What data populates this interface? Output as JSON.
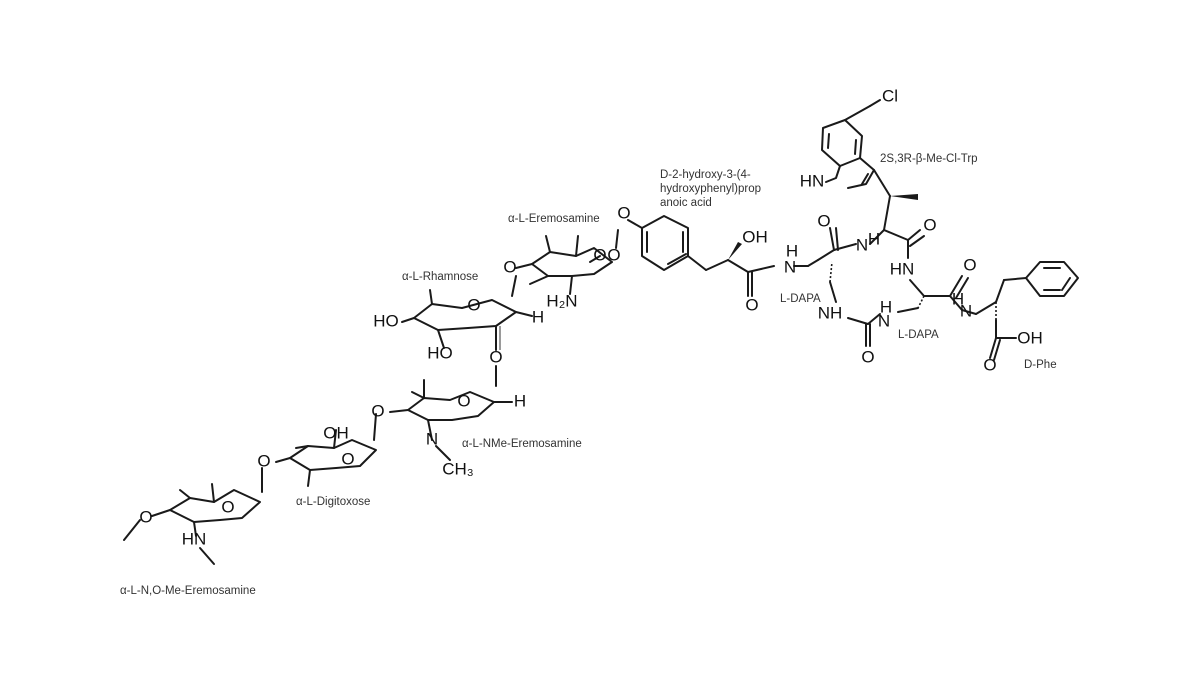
{
  "labels": {
    "n_o_me_eremosamine": "α-L-N,O-Me-Eremosamine",
    "digitoxose": "α-L-Digitoxose",
    "nme_eremosamine": "α-L-NMe-Eremosamine",
    "rhamnose": "α-L-Rhamnose",
    "eremosamine": "α-L-Eremosamine",
    "hpla_line1": "D-2-hydroxy-3-(4-",
    "hpla_line2": "hydroxyphenyl)prop",
    "hpla_line3": "anoic acid",
    "trp": "2S,3R-β-Me-Cl-Trp",
    "dapa1": "L-DAPA",
    "dapa2": "L-DAPA",
    "phe": "D-Phe"
  },
  "atoms": {
    "cl": "Cl",
    "hn_indole": "HN",
    "oh_hpla": "OH",
    "o_ring_hpla": "O",
    "o_amide1": "O",
    "nh1": "H\nN",
    "nh2": "N",
    "h_nh2": "H",
    "o_amide2": "O",
    "o_amide3": "O",
    "hn3": "HN",
    "o_amide4": "O",
    "nh4": "H",
    "n4": "N",
    "nh_urea1": "NH",
    "nh_urea2": "N",
    "h_urea2": "H",
    "o_urea": "O",
    "oh_acid": "OH",
    "o_acid": "O",
    "o_link_erem": "O",
    "o_ring_erem": "O",
    "h2n_erem": "H₂N",
    "o_link_rham": "O",
    "o_ring_rham": "O",
    "ho_rham1": "HO",
    "ho_rham2": "HO",
    "h_rham": "H",
    "o_link_rham2": "O",
    "o_ring_nme": "O",
    "h_nme": "H",
    "n_nme": "N",
    "ch3_nme": "CH₃",
    "o_link_nme": "O",
    "oh_digi": "OH",
    "o_ring_digi": "O",
    "o_link_digi": "O",
    "o_ring_nome": "O",
    "o_methoxy": "O",
    "hn_nome": "HN"
  }
}
